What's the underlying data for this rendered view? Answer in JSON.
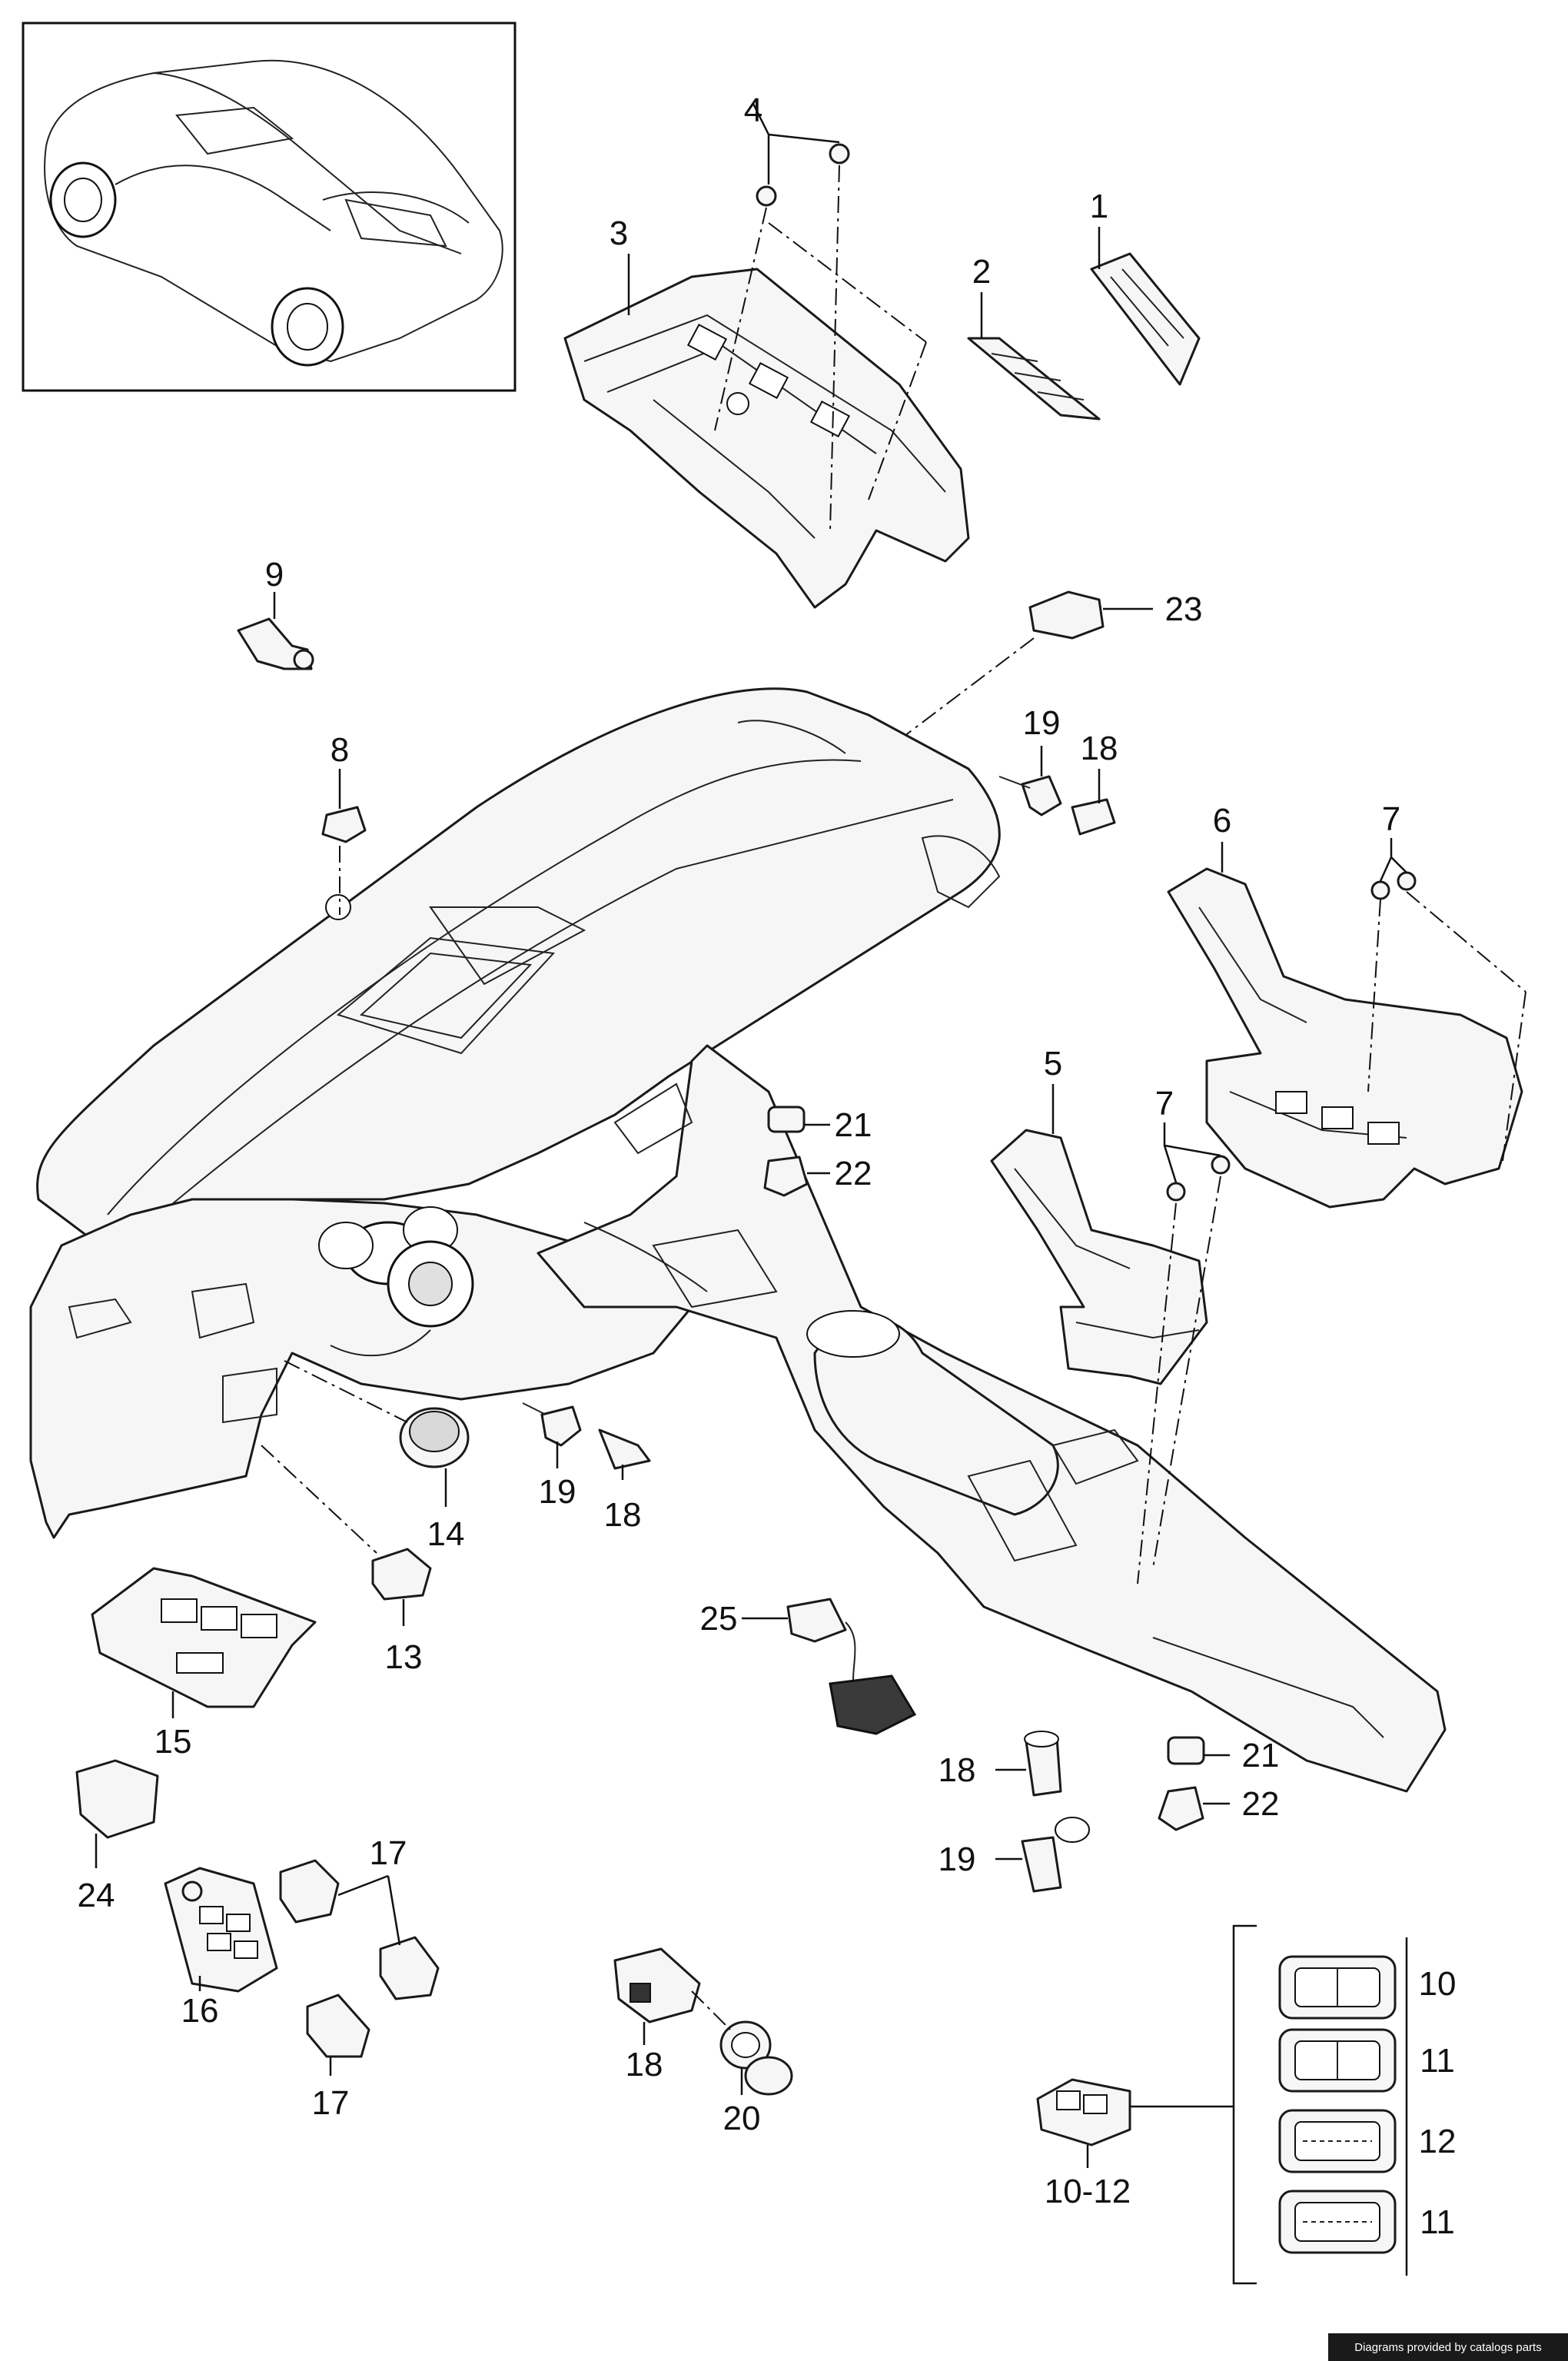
{
  "callouts": {
    "c1": "1",
    "c2": "2",
    "c3": "3",
    "c4": "4",
    "c5": "5",
    "c6": "6",
    "c7a": "7",
    "c7b": "7",
    "c8": "8",
    "c9": "9",
    "c10": "10",
    "c10_12": "10-12",
    "c11a": "11",
    "c11b": "11",
    "c12": "12",
    "c13": "13",
    "c14": "14",
    "c15": "15",
    "c16": "16",
    "c17a": "17",
    "c17b": "17",
    "c18a": "18",
    "c18b": "18",
    "c18c": "18",
    "c18d": "18",
    "c19a": "19",
    "c19b": "19",
    "c19c": "19",
    "c20": "20",
    "c21a": "21",
    "c21b": "21",
    "c22a": "22",
    "c22b": "22",
    "c23": "23",
    "c24": "24",
    "c25": "25"
  },
  "credit": "Diagrams provided by catalogs parts",
  "colors": {
    "line": "#111111",
    "fill": "#f6f6f6",
    "credit_bg": "#1a1a1a"
  }
}
